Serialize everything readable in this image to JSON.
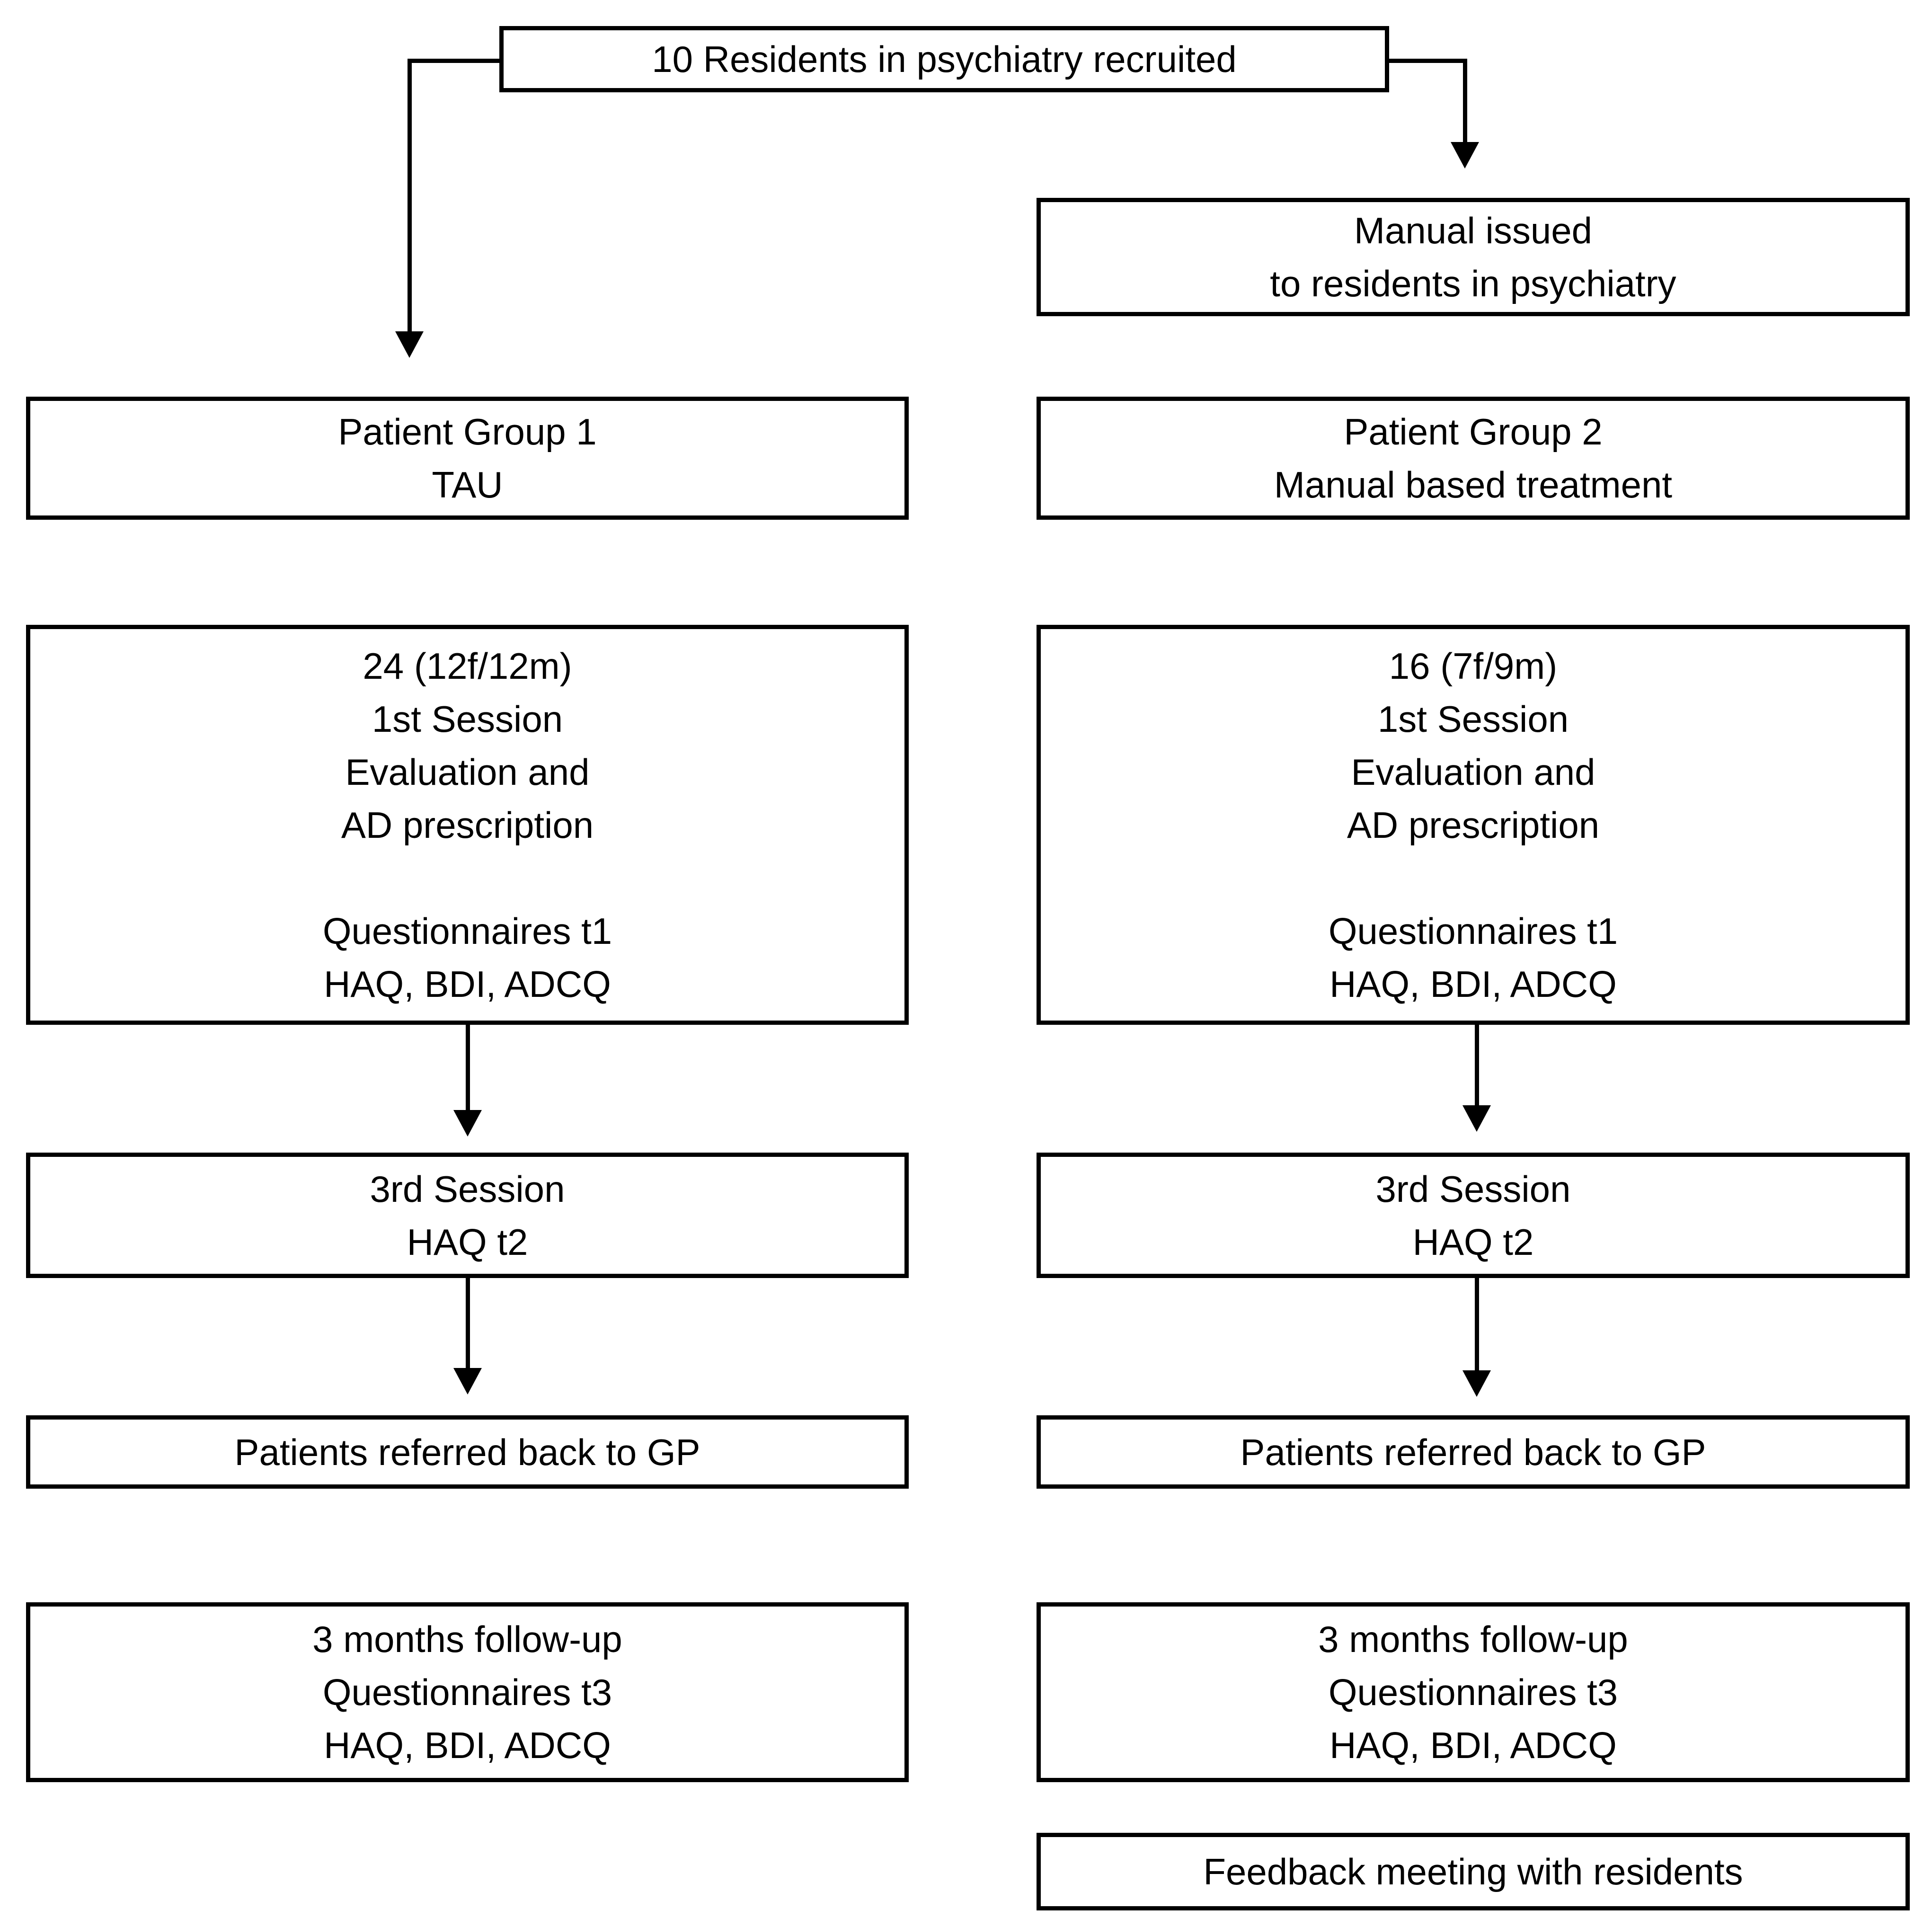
{
  "diagram": {
    "background": "#ffffff",
    "line_color": "#000000",
    "text_color": "#000000",
    "recruited": {
      "text": "10 Residents in psychiatry recruited"
    },
    "manual_issued": {
      "lines": [
        "Manual issued",
        "to residents in psychiatry"
      ]
    },
    "left": {
      "group": {
        "lines": [
          "Patient Group 1",
          "TAU"
        ]
      },
      "first_session": {
        "lines": [
          "24 (12f/12m)",
          "1st Session",
          "Evaluation and",
          "AD prescription",
          "",
          "Questionnaires t1",
          "HAQ, BDI, ADCQ"
        ]
      },
      "third_session": {
        "lines": [
          "3rd Session",
          "HAQ t2"
        ]
      },
      "referred": {
        "text": "Patients referred back to GP"
      },
      "follow_up": {
        "lines": [
          "3 months follow-up",
          "Questionnaires t3",
          "HAQ, BDI, ADCQ"
        ]
      }
    },
    "right": {
      "group": {
        "lines": [
          "Patient Group 2",
          "Manual based treatment"
        ]
      },
      "first_session": {
        "lines": [
          "16 (7f/9m)",
          "1st Session",
          "Evaluation and",
          "AD prescription",
          "",
          "Questionnaires t1",
          "HAQ, BDI, ADCQ"
        ]
      },
      "third_session": {
        "lines": [
          "3rd Session",
          "HAQ t2"
        ]
      },
      "referred": {
        "text": "Patients referred back to GP"
      },
      "follow_up": {
        "lines": [
          "3 months follow-up",
          "Questionnaires t3",
          "HAQ, BDI, ADCQ"
        ]
      },
      "feedback": {
        "text": "Feedback meeting with residents"
      }
    }
  }
}
